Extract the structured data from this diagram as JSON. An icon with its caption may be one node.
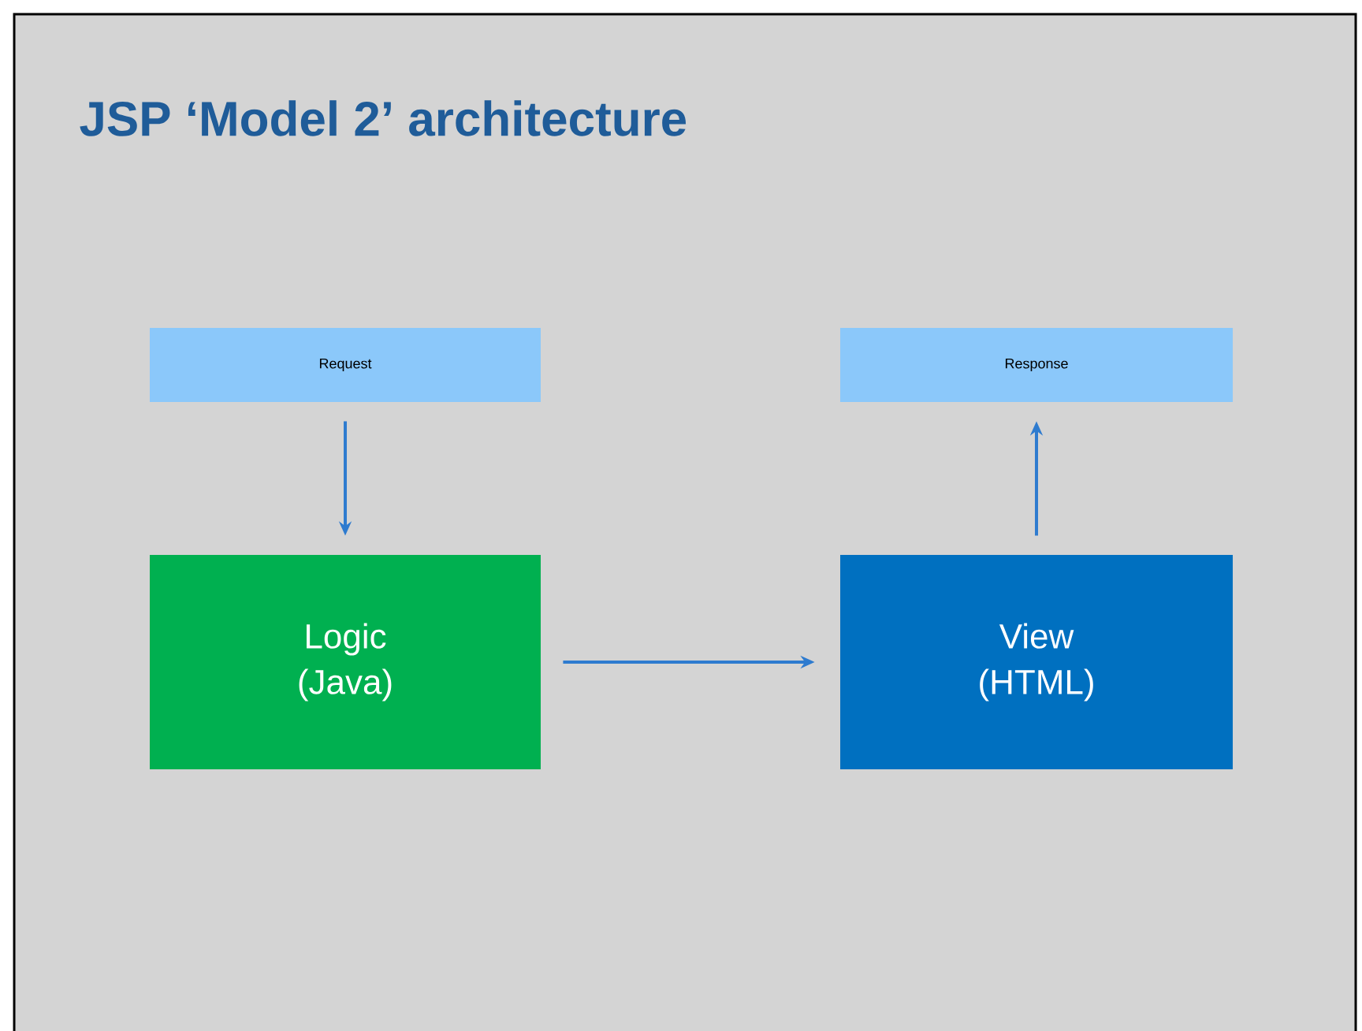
{
  "diagram": {
    "title": "JSP ‘Model 2’ architecture",
    "nodes": [
      {
        "text": [
          "Request"
        ]
      },
      {
        "text": [
          "Response"
        ]
      },
      {
        "text": [
          "Logic",
          "(Java)"
        ]
      },
      {
        "text": [
          "View",
          "(HTML)"
        ]
      }
    ],
    "edges": [
      {
        "from": 0,
        "to": 2,
        "arrow": "to"
      },
      {
        "from": 2,
        "to": 3,
        "arrow": "to"
      },
      {
        "from": 3,
        "to": 1,
        "arrow": "to"
      }
    ]
  }
}
